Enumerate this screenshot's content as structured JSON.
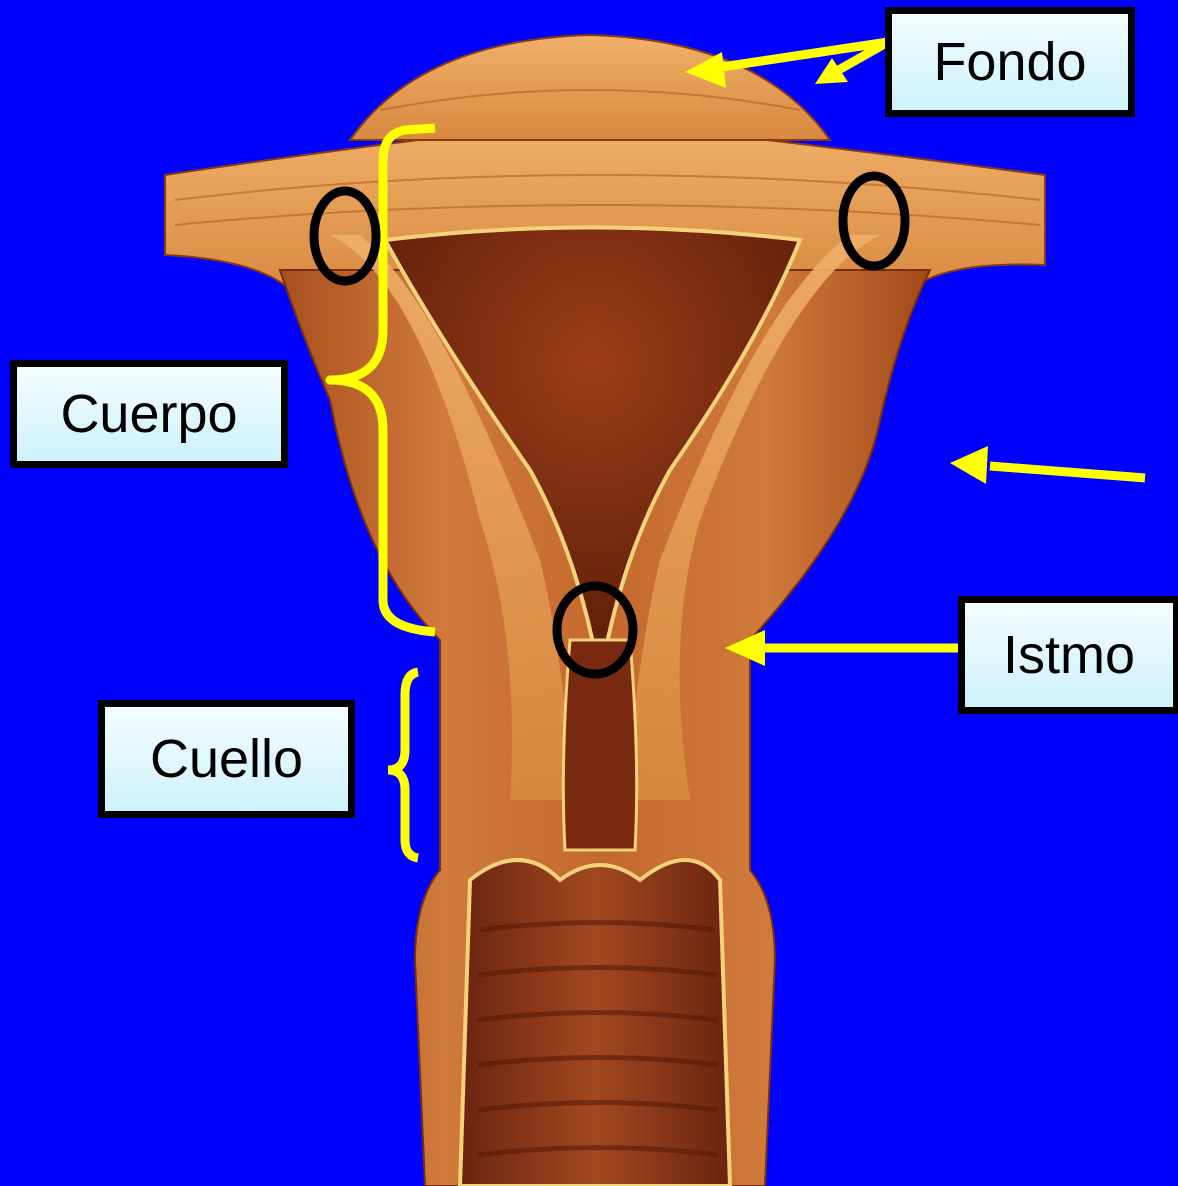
{
  "diagram": {
    "background_color": "#0000ff",
    "annotation_color": "#ffff00",
    "marker_color": "#000000",
    "labels": {
      "fondo": "Fondo",
      "cuerpo": "Cuerpo",
      "cuello": "Cuello",
      "istmo": "Istmo"
    }
  }
}
